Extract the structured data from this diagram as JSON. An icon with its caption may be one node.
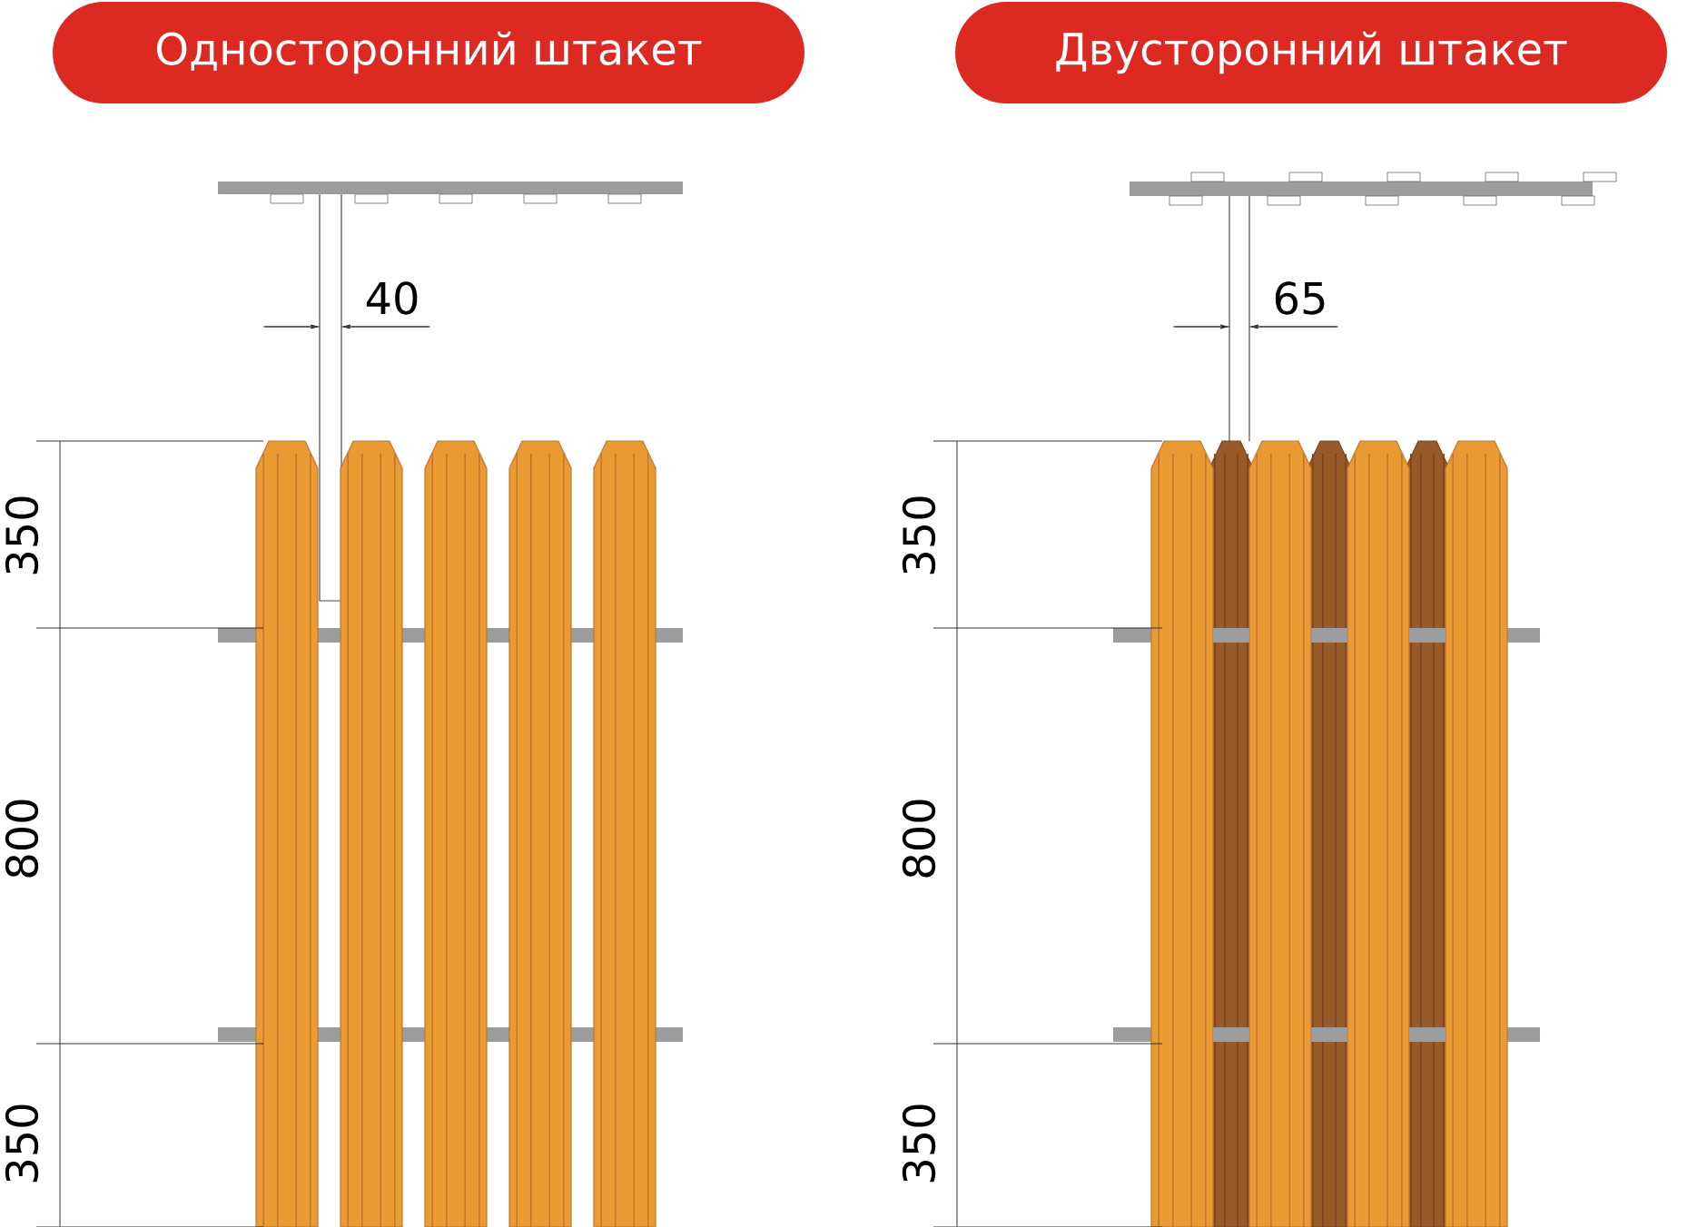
{
  "diagram": {
    "nodes": [
      {
        "text": [
          "Односторонний штакет"
        ]
      },
      {
        "text": [
          "Двусторонний штакет"
        ]
      }
    ],
    "labels": [
      "40",
      "350",
      "800",
      "350",
      "65",
      "350",
      "800",
      "350"
    ]
  }
}
